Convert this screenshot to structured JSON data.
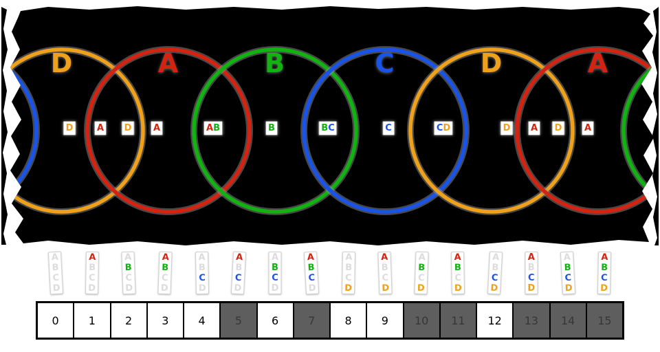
{
  "palette": {
    "A": "#d42310",
    "B": "#12b212",
    "C": "#1a53e8",
    "D": "#f0a11c",
    "faint": "#dcdcdc",
    "halo": "#909090",
    "strip_bg": "#000000",
    "box_bg": "#ffffff",
    "shaded_cell": "#5e5e5e",
    "shaded_text": "#363636",
    "cell_text": "#000000"
  },
  "strip": {
    "circles": [
      {
        "letter": "C",
        "wrap": true,
        "show_label": false
      },
      {
        "letter": "D",
        "wrap": false,
        "show_label": true
      },
      {
        "letter": "A",
        "wrap": false,
        "show_label": true
      },
      {
        "letter": "B",
        "wrap": false,
        "show_label": true
      },
      {
        "letter": "C",
        "wrap": false,
        "show_label": true
      },
      {
        "letter": "D",
        "wrap": false,
        "show_label": true
      },
      {
        "letter": "A",
        "wrap": false,
        "show_label": true
      },
      {
        "letter": "B",
        "wrap": true,
        "show_label": false
      }
    ],
    "region_boxes": [
      "D",
      "A",
      "D",
      "A",
      "AB",
      "B",
      "BC",
      "C",
      "CD",
      "D",
      "A",
      "D",
      "A"
    ]
  },
  "legend": {
    "letters_order": [
      "A",
      "B",
      "C",
      "D"
    ],
    "labels": [
      "",
      "A",
      "B",
      "AB",
      "C",
      "AC",
      "BC",
      "ABC",
      "D",
      "AD",
      "BD",
      "ABD",
      "CD",
      "ACD",
      "BCD",
      "ABCD"
    ]
  },
  "cells": {
    "values": [
      "0",
      "1",
      "2",
      "3",
      "4",
      "5",
      "6",
      "7",
      "8",
      "9",
      "10",
      "11",
      "12",
      "13",
      "14",
      "15"
    ],
    "shaded": [
      5,
      7,
      10,
      11,
      13,
      14,
      15
    ]
  }
}
